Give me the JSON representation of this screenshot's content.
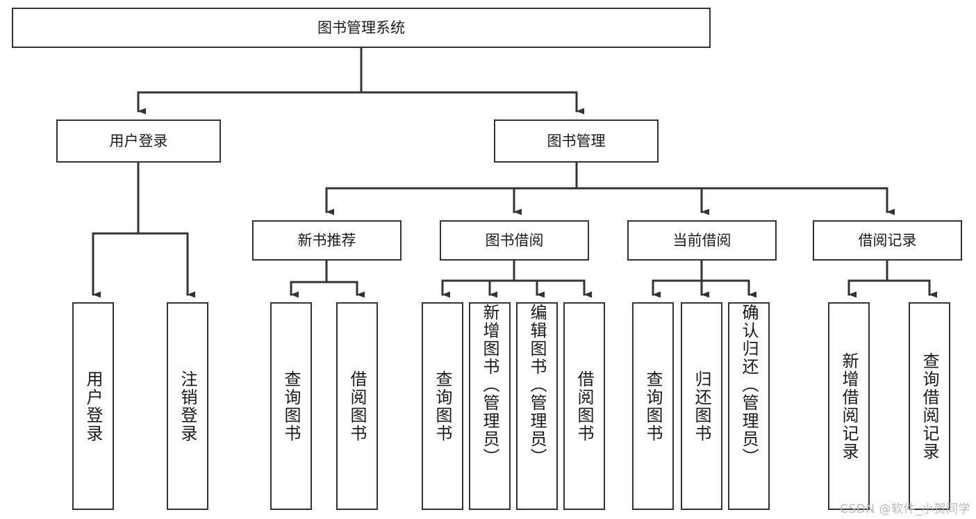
{
  "diagram": {
    "title": "图书管理系统",
    "type": "tree-hierarchy-diagram",
    "colors": {
      "box_border": "#333333",
      "box_fill": "#ffffff",
      "connector": "#333333",
      "text": "#1a1a1a",
      "watermark": "#b9b9b9",
      "background": "#ffffff"
    },
    "root": {
      "label": "图书管理系统"
    },
    "level2": [
      {
        "label": "用户登录"
      },
      {
        "label": "图书管理"
      }
    ],
    "level3": [
      {
        "label": "新书推荐"
      },
      {
        "label": "图书借阅"
      },
      {
        "label": "当前借阅"
      },
      {
        "label": "借阅记录"
      }
    ],
    "leaves": {
      "user_login": [
        {
          "label": "用户登录"
        },
        {
          "label": "注销登录"
        }
      ],
      "new_book_recommend": [
        {
          "label": "查询图书"
        },
        {
          "label": "借阅图书"
        }
      ],
      "book_borrow": [
        {
          "label": "查询图书"
        },
        {
          "label": "新增图书（管理员）"
        },
        {
          "label": "编辑图书（管理员）"
        },
        {
          "label": "借阅图书"
        }
      ],
      "current_borrow": [
        {
          "label": "查询图书"
        },
        {
          "label": "归还图书"
        },
        {
          "label": "确认归还（管理员）"
        }
      ],
      "borrow_record": [
        {
          "label": "新增借阅记录"
        },
        {
          "label": "查询借阅记录"
        }
      ]
    },
    "watermark": "CSDN @软件_小贺同学"
  }
}
